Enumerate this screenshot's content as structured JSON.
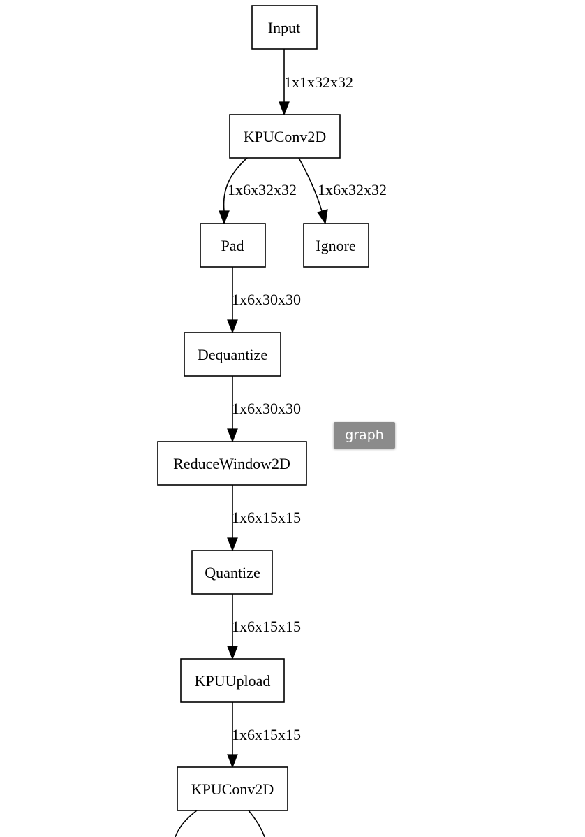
{
  "graph": {
    "nodes": {
      "input": "Input",
      "kpuconv2d_1": "KPUConv2D",
      "pad": "Pad",
      "ignore": "Ignore",
      "dequantize": "Dequantize",
      "reducewindow2d": "ReduceWindow2D",
      "quantize": "Quantize",
      "kpuupload": "KPUUpload",
      "kpuconv2d_2": "KPUConv2D"
    },
    "edges": {
      "input_to_conv1": "1x1x32x32",
      "conv1_to_pad": "1x6x32x32",
      "conv1_to_ignore": "1x6x32x32",
      "pad_to_dequantize": "1x6x30x30",
      "dequantize_to_reducewindow": "1x6x30x30",
      "reducewindow_to_quantize": "1x6x15x15",
      "quantize_to_upload": "1x6x15x15",
      "upload_to_conv2": "1x6x15x15"
    }
  },
  "tooltip": {
    "label": "graph"
  }
}
